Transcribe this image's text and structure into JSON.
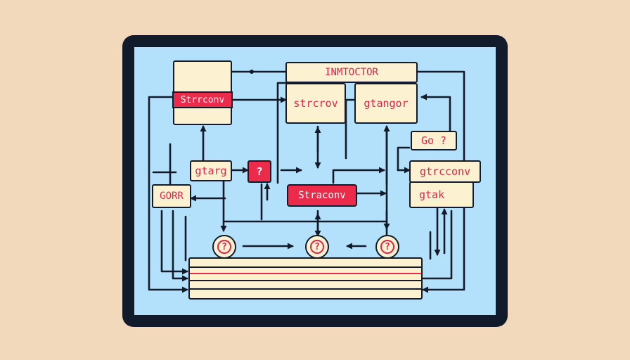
{
  "nodes": {
    "top_left": "Strrconv",
    "inmtoctor": "INMTOCTOR",
    "strcrov": "strcrov",
    "gtangor": "gtangor",
    "go": "Go ?",
    "gtarg": "gtarg",
    "q_small": "?",
    "straconv": "Straconv",
    "gtrcconv": "gtrcconv",
    "gtak": "gtak",
    "gorr": "GORR"
  },
  "circles": [
    "?",
    "?",
    "?"
  ],
  "colors": {
    "background": "#f2d9bb",
    "frame": "#111b2c",
    "screen": "#b3e1fb",
    "box_fill": "#fcf2d2",
    "accent_red": "#ec2b4b",
    "line": "#131b2b"
  }
}
